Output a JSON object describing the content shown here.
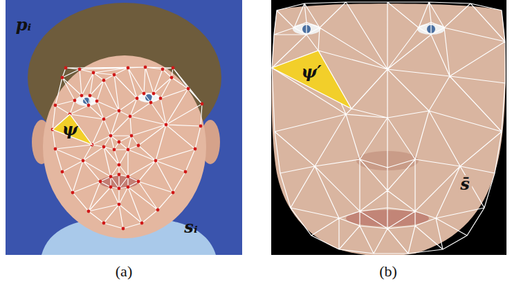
{
  "diagram": {
    "nodes": [
      {
        "text": [
          "ψ"
        ]
      },
      {
        "text": [
          "ψ′"
        ]
      }
    ],
    "labels": [
      "pᵢ",
      "sᵢ",
      "(a)",
      "s̄",
      "(b)"
    ]
  }
}
